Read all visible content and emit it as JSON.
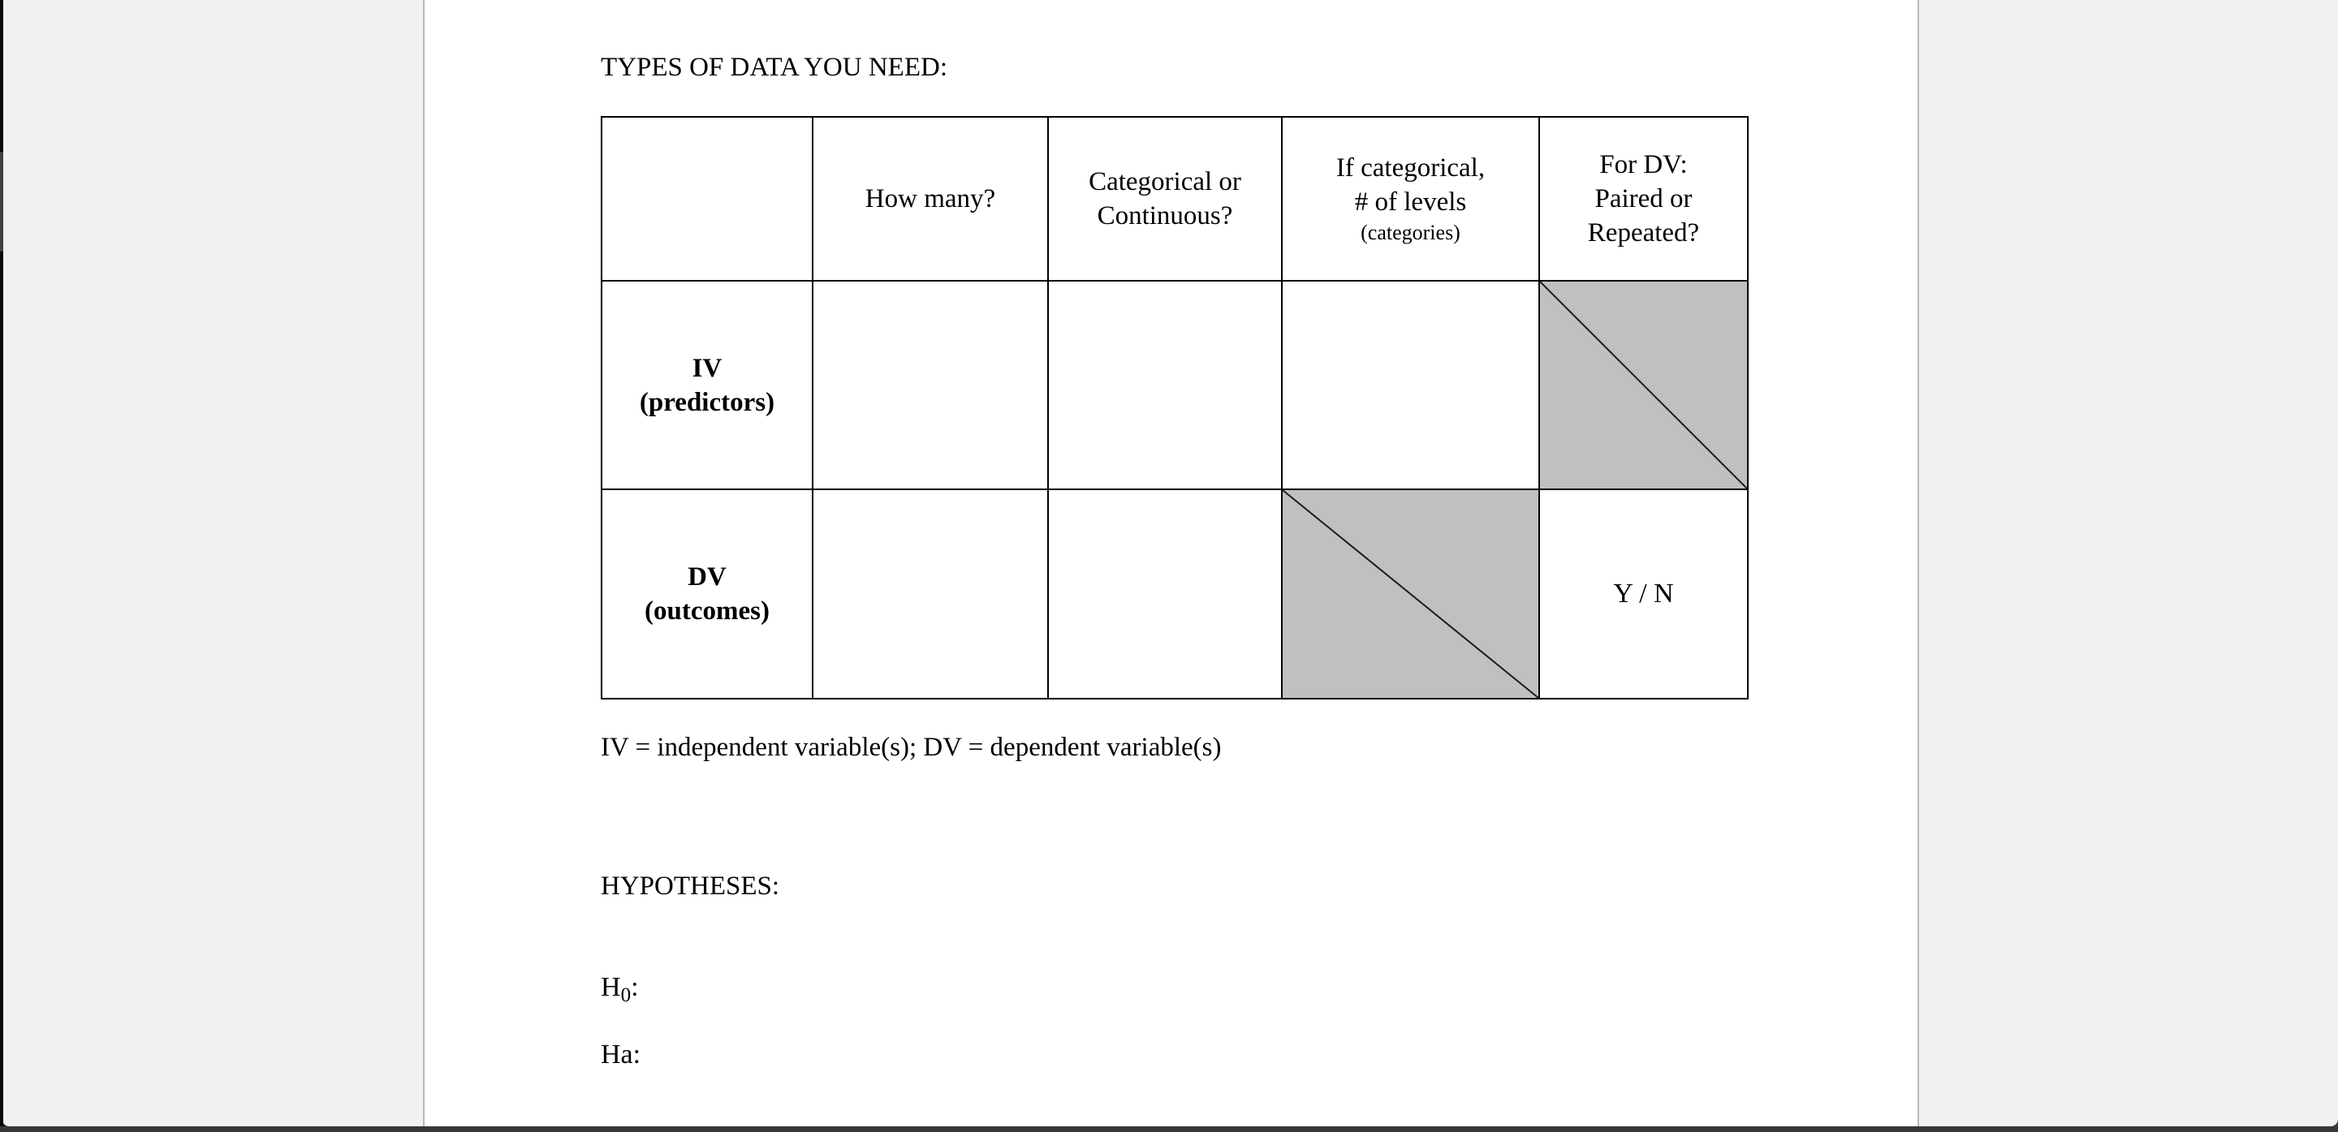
{
  "doc": {
    "title": "TYPES OF DATA YOU NEED:",
    "table": {
      "col_headers": [
        {
          "lines": []
        },
        {
          "lines": [
            "How many?"
          ]
        },
        {
          "lines": [
            "Categorical or",
            "Continuous?"
          ]
        },
        {
          "lines": [
            "If categorical,",
            "# of levels"
          ],
          "note": "(categories)"
        },
        {
          "lines": [
            "For DV:",
            "Paired or",
            "Repeated?"
          ]
        }
      ],
      "row_headers": [
        {
          "lines": [
            "IV",
            "(predictors)"
          ]
        },
        {
          "lines": [
            "DV",
            "(outcomes)"
          ]
        }
      ],
      "yn_value": "Y / N"
    },
    "footnote": "IV = independent variable(s); DV = dependent variable(s)",
    "hypotheses": {
      "heading": "HYPOTHESES:",
      "h0": {
        "base": "H",
        "sub": "0",
        "colon": ":"
      },
      "ha": "Ha:"
    }
  },
  "colors": {
    "page_bg": "#ffffff",
    "panel_bg": "#f1f1f2",
    "panel_border": "#b6bac0",
    "table_line": "#000000",
    "crossed_cell_bg": "#c0c0c0",
    "bottom_bar_gray": "#37383a",
    "bottom_bar_navy": "#0c1523",
    "text": "#000000"
  }
}
